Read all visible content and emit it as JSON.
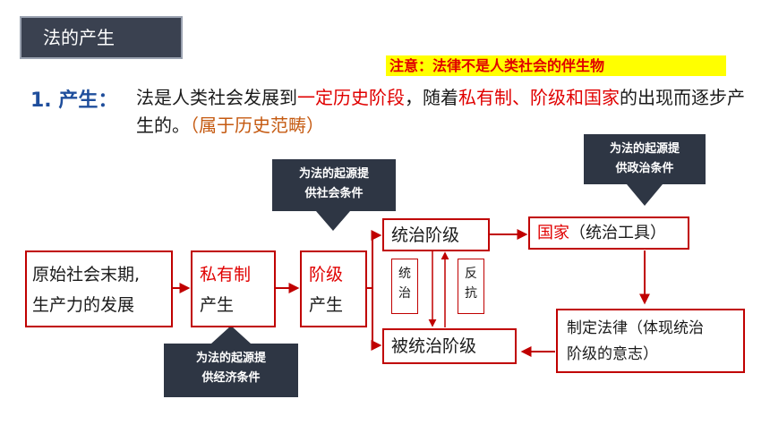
{
  "title": "法的产生",
  "note": "注意：法律不是人类社会的伴生物",
  "heading": "1. 产生：",
  "body": {
    "part1": "法是人类社会发展到",
    "red1": "一定历史阶段",
    "part2": "，随着",
    "red2": "私有制、阶级和国家",
    "part3": "的出现而逐步产生的。",
    "orange": "（属于历史范畴）"
  },
  "diagram": {
    "origin": {
      "line1": "原始社会末期,",
      "line2": "生产力的发展"
    },
    "private": {
      "red": "私有制",
      "black": "产生"
    },
    "class": {
      "red": "阶级",
      "black": "产生"
    },
    "ruling": "统治阶级",
    "ruled": "被统治阶级",
    "rule_label": [
      "统",
      "治"
    ],
    "resist_label": [
      "反",
      "抗"
    ],
    "state": {
      "red": "国家",
      "black": "（统治工具）"
    },
    "law": {
      "line1": "制定法律（体现统治",
      "line2": "阶级的意志）"
    }
  },
  "hints": {
    "social": {
      "line1": "为法的起源提",
      "line2": "供社会条件"
    },
    "political": {
      "line1": "为法的起源提",
      "line2": "供政治条件"
    },
    "economic": {
      "line1": "为法的起源提",
      "line2": "供经济条件"
    }
  },
  "colors": {
    "accent_red": "#c00000",
    "dark_panel": "#2e3644",
    "highlight": "#ffff00",
    "heading_blue": "#1f4e9c"
  }
}
